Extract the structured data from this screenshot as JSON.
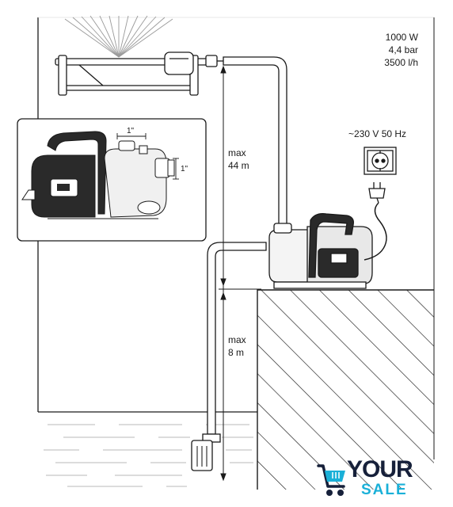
{
  "specs": {
    "power": "1000 W",
    "pressure": "4,4 bar",
    "flow": "3500 l/h"
  },
  "power_supply": {
    "voltage": "~230 V  50 Hz"
  },
  "pressure_height": {
    "line1": "max",
    "line2": "44 m"
  },
  "suction_height": {
    "line1": "max",
    "line2": "8 m"
  },
  "inset": {
    "outlet_size": "1\"",
    "inlet_size": "1\""
  },
  "logo": {
    "word1": "YOUR",
    "word2": "SALE"
  },
  "colors": {
    "line": "#1a1a1a",
    "logo_dark": "#16203a",
    "logo_accent": "#1ab0d8",
    "water_line": "#b8b8b8"
  },
  "icons": [
    "sprinkler-icon",
    "wall-socket-icon",
    "plug-icon",
    "pump-icon",
    "foot-valve-icon",
    "cart-icon"
  ]
}
